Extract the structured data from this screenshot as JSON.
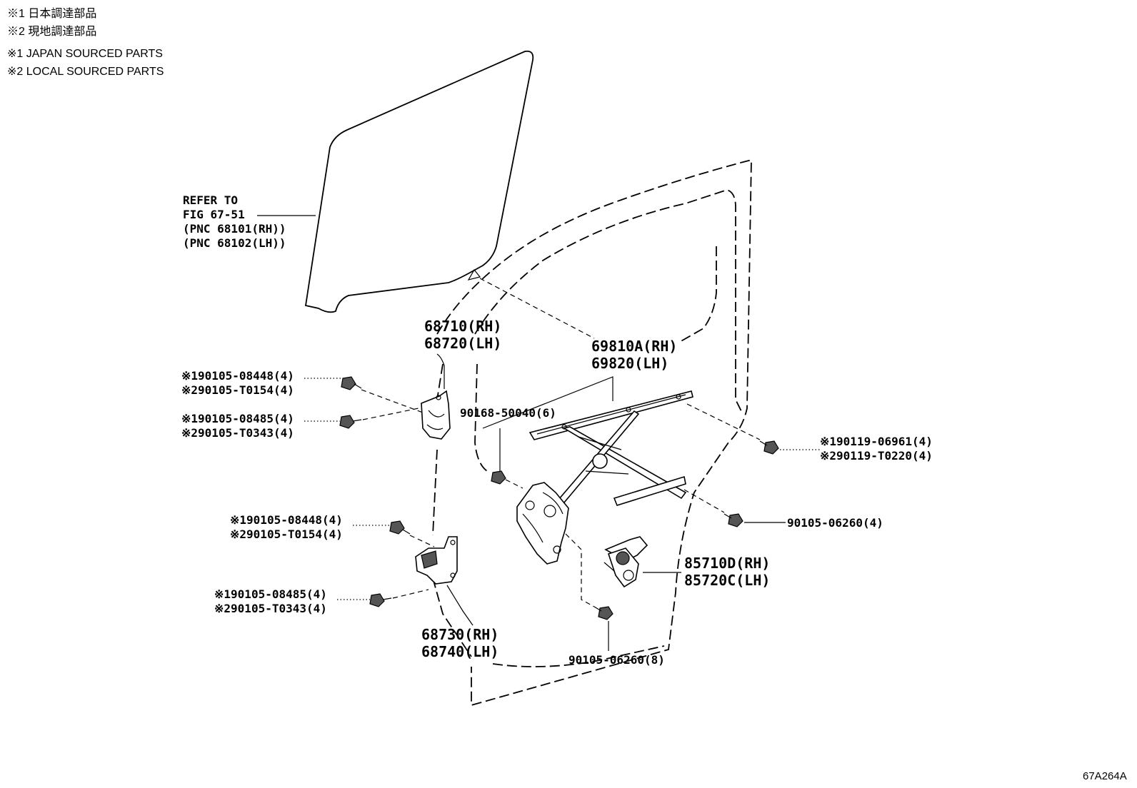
{
  "notes": [
    "※1 日本調達部品",
    "※2 現地調達部品",
    "※1 JAPAN SOURCED PARTS",
    "※2 LOCAL SOURCED PARTS"
  ],
  "refer": [
    "REFER TO",
    "FIG 67-51",
    "(PNC 68101(RH))",
    "(PNC 68102(LH))"
  ],
  "hinge_upper": [
    "68710(RH)",
    "68720(LH)"
  ],
  "regulator": [
    "69810A(RH)",
    "69820(LH)"
  ],
  "bolts_upper_1": [
    "※190105-08448(4)",
    "※290105-T0154(4)"
  ],
  "bolts_upper_2": [
    "※190105-08485(4)",
    "※290105-T0343(4)"
  ],
  "bolts_lower_1": [
    "※190105-08448(4)",
    "※290105-T0154(4)"
  ],
  "bolts_lower_2": [
    "※190105-08485(4)",
    "※290105-T0343(4)"
  ],
  "nut": "90168-50040(6)",
  "bolts_right": [
    "※190119-06961(4)",
    "※290119-T0220(4)"
  ],
  "bolt_regulator": "90105-06260(4)",
  "motor": [
    "85710D(RH)",
    "85720C(LH)"
  ],
  "bolt_motor": "90105-06260(8)",
  "hinge_lower": [
    "68730(RH)",
    "68740(LH)"
  ],
  "figure_id": "67A264A"
}
